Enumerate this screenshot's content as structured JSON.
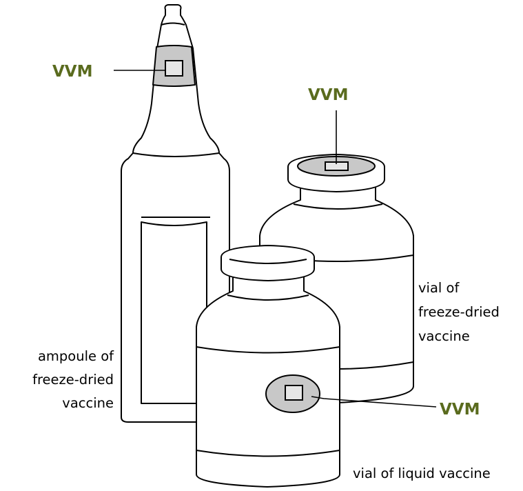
{
  "colors": {
    "vvm_label": "#5a6b1e",
    "vvm_fill": "#c8c8c8",
    "inner_square_fill": "#e6e6e6",
    "outline": "#000000",
    "background": "#ffffff"
  },
  "labels": {
    "vvm_ampoule": "VVM",
    "vvm_freeze_dried_vial": "VVM",
    "vvm_liquid_vial": "VVM",
    "ampoule_caption": [
      "ampoule of",
      "freeze-dried",
      "vaccine"
    ],
    "freeze_dried_vial_caption": [
      "vial of",
      "freeze-dried",
      "vaccine"
    ],
    "liquid_vial_caption": "vial of liquid vaccine"
  }
}
